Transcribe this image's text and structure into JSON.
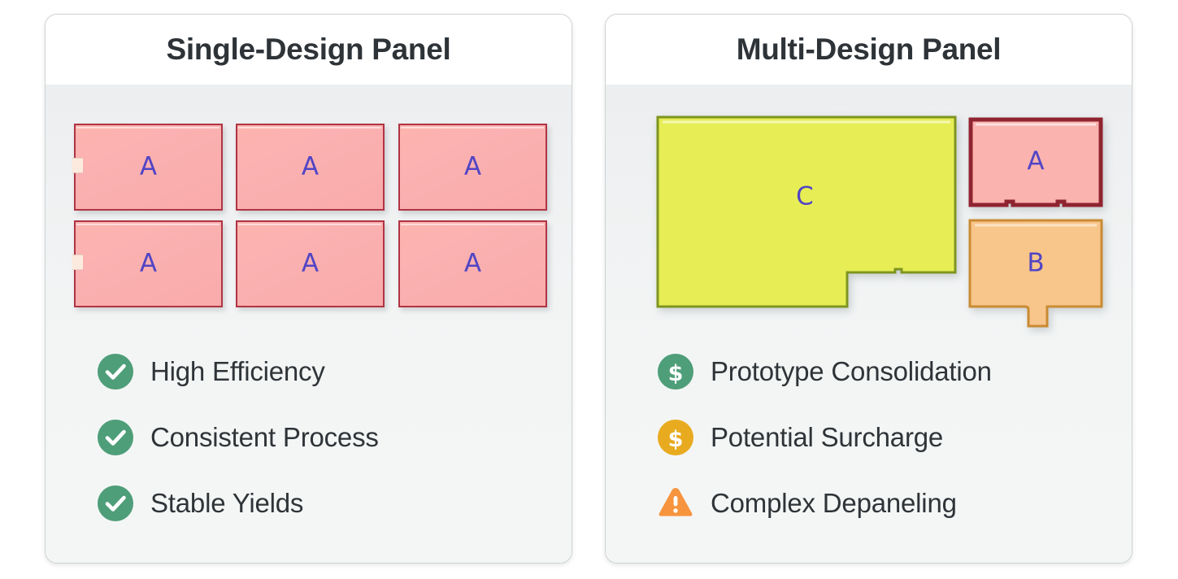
{
  "panels": [
    {
      "id": "single-design",
      "title": "Single-Design Panel",
      "boards": [
        {
          "label": "A"
        },
        {
          "label": "A"
        },
        {
          "label": "A"
        },
        {
          "label": "A"
        },
        {
          "label": "A"
        },
        {
          "label": "A"
        }
      ],
      "features": [
        {
          "icon": "check-circle-icon",
          "label": "High Efficiency",
          "color": "#4e9e79"
        },
        {
          "icon": "check-circle-icon",
          "label": "Consistent Process",
          "color": "#4e9e79"
        },
        {
          "icon": "check-circle-icon",
          "label": "Stable Yields",
          "color": "#4e9e79"
        }
      ]
    },
    {
      "id": "multi-design",
      "title": "Multi-Design Panel",
      "shapes": [
        {
          "label": "C",
          "fill": "#e7ee55",
          "stroke": "#7e9520"
        },
        {
          "label": "A",
          "fill": "#fab3ae",
          "stroke": "#8f2430"
        },
        {
          "label": "B",
          "fill": "#f8c58b",
          "stroke": "#c98b33"
        }
      ],
      "features": [
        {
          "icon": "dollar-circle-icon",
          "label": "Prototype Consolidation",
          "color": "#4e9e79"
        },
        {
          "icon": "dollar-circle-icon",
          "label": "Potential Surcharge",
          "color": "#e8ab20"
        },
        {
          "icon": "warning-triangle-icon",
          "label": "Complex Depaneling",
          "color": "#f7943e"
        }
      ]
    }
  ],
  "colors": {
    "board_fill": "#fbb1b1",
    "board_stroke": "#b03444",
    "glyph": "#5145c4",
    "card_bg": "#f2f4f4",
    "header_bg": "#ffffff",
    "title_text": "#2e3338",
    "label_text": "#2f3438",
    "success": "#4e9e79",
    "warning": "#e8ab20",
    "danger": "#f7943e"
  }
}
